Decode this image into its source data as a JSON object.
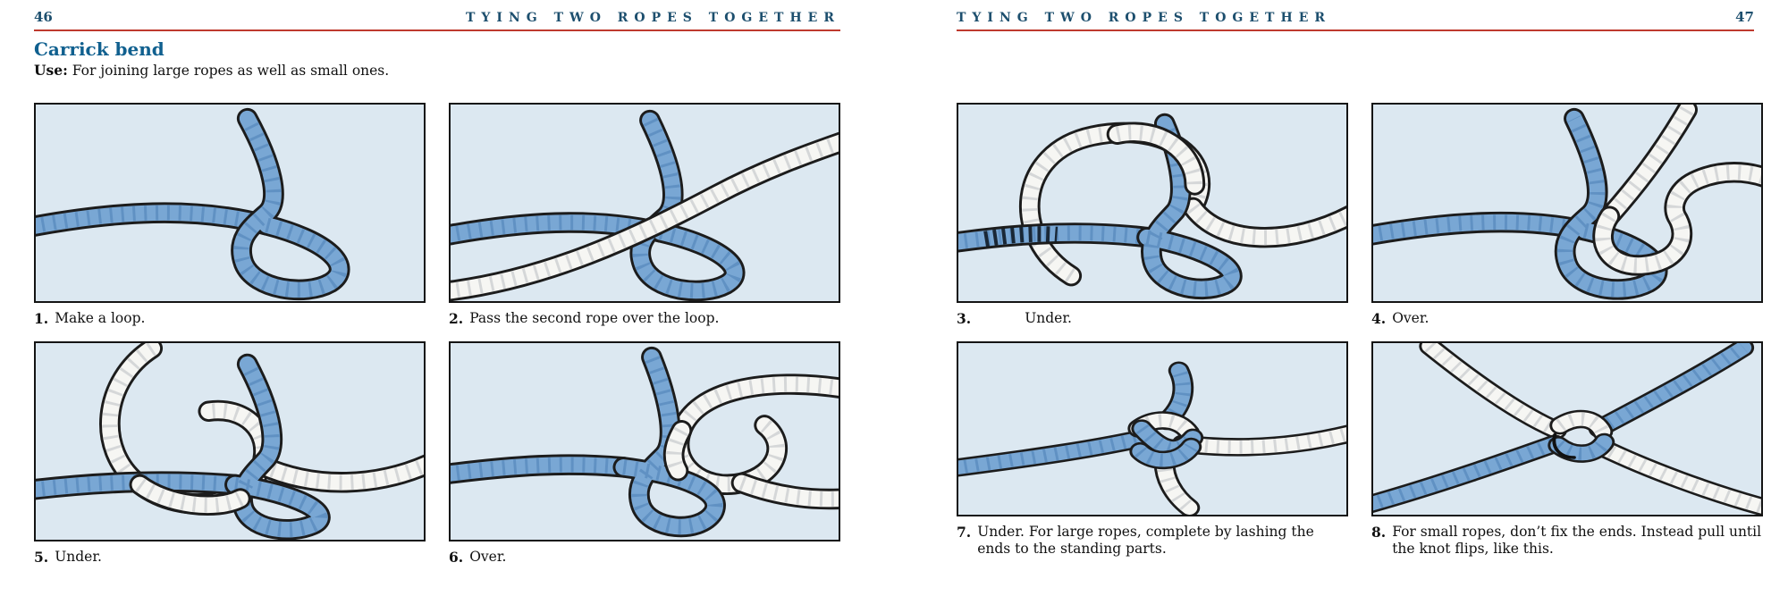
{
  "pages": {
    "left": {
      "page_number": "46",
      "header": "TYING TWO ROPES TOGETHER",
      "title": "Carrick bend",
      "use_label": "Use:",
      "use_text": "For joining large ropes as well as small ones.",
      "steps": [
        {
          "num": "1.",
          "caption": "Make a loop."
        },
        {
          "num": "2.",
          "caption": "Pass the second rope over the loop."
        },
        {
          "num": "5.",
          "caption": "Under."
        },
        {
          "num": "6.",
          "caption": "Over."
        }
      ]
    },
    "right": {
      "page_number": "47",
      "header": "TYING TWO ROPES TOGETHER",
      "steps": [
        {
          "num": "3.",
          "caption": "Under."
        },
        {
          "num": "4.",
          "caption": "Over."
        },
        {
          "num": "7.",
          "caption": "Under. For large ropes, complete by lashing the ends to the standing parts."
        },
        {
          "num": "8.",
          "caption": "For small ropes, don’t fix the ends. Instead pull until the knot flips, like this."
        }
      ]
    }
  },
  "colors": {
    "accent_red": "#bf3a2e",
    "header_blue": "#1d4f6e",
    "title_blue": "#10608f",
    "panel_background": "#dce8f1",
    "rope_blue": "#79a7d4",
    "rope_white": "#f6f6f3"
  }
}
